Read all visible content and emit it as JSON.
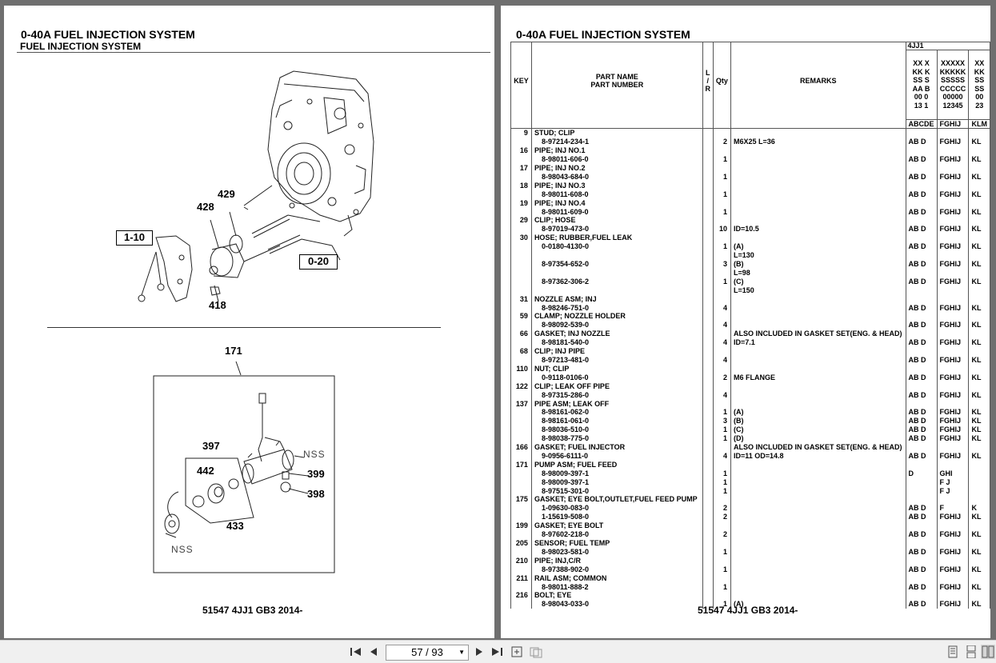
{
  "left_page": {
    "title": "0-40A  FUEL INJECTION SYSTEM",
    "subtitle": "FUEL INJECTION SYSTEM",
    "callouts": [
      "429",
      "428",
      "1-10",
      "0-20",
      "418",
      "171",
      "397",
      "442",
      "433",
      "399",
      "398",
      "NSS",
      "NSS"
    ],
    "footer": "51547 4JJ1 GB3 2014-"
  },
  "right_page": {
    "title": "0-40A  FUEL INJECTION SYSTEM",
    "footer": "51547 4JJ1 GB3 2014-",
    "header": {
      "key": "KEY",
      "part_name": "PART NAME",
      "part_number": "PART NUMBER",
      "lr": [
        "L",
        "/",
        "R"
      ],
      "qty": "Qty",
      "remarks": "REMARKS",
      "model": "4JJ1",
      "model_cols": [
        [
          "XX X",
          "KK K",
          "SS S",
          "AA B",
          "00 0",
          "13 1"
        ],
        [
          "XXXXX",
          "KKKKK",
          "SSSSS",
          "CCCCC",
          "00000",
          "12345"
        ],
        [
          "XX",
          "KK",
          "SS",
          "SS",
          "00",
          "23"
        ]
      ],
      "codes": [
        "ABCDE",
        "FGHIJ",
        "KLM"
      ]
    },
    "rows": [
      {
        "key": "9",
        "name": "STUD; CLIP",
        "pn": "",
        "qty": "",
        "rem": "",
        "a": "",
        "b": "",
        "c": ""
      },
      {
        "key": "",
        "name": "",
        "pn": "8-97214-234-1",
        "qty": "2",
        "rem": "M6X25 L=36",
        "a": "AB D",
        "b": "FGHIJ",
        "c": "KL"
      },
      {
        "key": "16",
        "name": "PIPE; INJ NO.1",
        "pn": "",
        "qty": "",
        "rem": "",
        "a": "",
        "b": "",
        "c": ""
      },
      {
        "key": "",
        "name": "",
        "pn": "8-98011-606-0",
        "qty": "1",
        "rem": "",
        "a": "AB D",
        "b": "FGHIJ",
        "c": "KL"
      },
      {
        "key": "17",
        "name": "PIPE; INJ NO.2",
        "pn": "",
        "qty": "",
        "rem": "",
        "a": "",
        "b": "",
        "c": ""
      },
      {
        "key": "",
        "name": "",
        "pn": "8-98043-684-0",
        "qty": "1",
        "rem": "",
        "a": "AB D",
        "b": "FGHIJ",
        "c": "KL"
      },
      {
        "key": "18",
        "name": "PIPE; INJ NO.3",
        "pn": "",
        "qty": "",
        "rem": "",
        "a": "",
        "b": "",
        "c": ""
      },
      {
        "key": "",
        "name": "",
        "pn": "8-98011-608-0",
        "qty": "1",
        "rem": "",
        "a": "AB D",
        "b": "FGHIJ",
        "c": "KL"
      },
      {
        "key": "19",
        "name": "PIPE; INJ NO.4",
        "pn": "",
        "qty": "",
        "rem": "",
        "a": "",
        "b": "",
        "c": ""
      },
      {
        "key": "",
        "name": "",
        "pn": "8-98011-609-0",
        "qty": "1",
        "rem": "",
        "a": "AB D",
        "b": "FGHIJ",
        "c": "KL"
      },
      {
        "key": "29",
        "name": "CLIP; HOSE",
        "pn": "",
        "qty": "",
        "rem": "",
        "a": "",
        "b": "",
        "c": ""
      },
      {
        "key": "",
        "name": "",
        "pn": "8-97019-473-0",
        "qty": "10",
        "rem": "ID=10.5",
        "a": "AB D",
        "b": "FGHIJ",
        "c": "KL"
      },
      {
        "key": "30",
        "name": "HOSE; RUBBER,FUEL LEAK",
        "pn": "",
        "qty": "",
        "rem": "",
        "a": "",
        "b": "",
        "c": ""
      },
      {
        "key": "",
        "name": "",
        "pn": "0-0180-4130-0",
        "qty": "1",
        "rem": "(A)",
        "a": "AB D",
        "b": "FGHIJ",
        "c": "KL"
      },
      {
        "key": "",
        "name": "",
        "pn": "",
        "qty": "",
        "rem": "L=130",
        "a": "",
        "b": "",
        "c": ""
      },
      {
        "key": "",
        "name": "",
        "pn": "8-97354-652-0",
        "qty": "3",
        "rem": "(B)",
        "a": "AB D",
        "b": "FGHIJ",
        "c": "KL"
      },
      {
        "key": "",
        "name": "",
        "pn": "",
        "qty": "",
        "rem": "L=98",
        "a": "",
        "b": "",
        "c": ""
      },
      {
        "key": "",
        "name": "",
        "pn": "8-97362-306-2",
        "qty": "1",
        "rem": "(C)",
        "a": "AB D",
        "b": "FGHIJ",
        "c": "KL"
      },
      {
        "key": "",
        "name": "",
        "pn": "",
        "qty": "",
        "rem": "L=150",
        "a": "",
        "b": "",
        "c": ""
      },
      {
        "key": "31",
        "name": "NOZZLE ASM; INJ",
        "pn": "",
        "qty": "",
        "rem": "",
        "a": "",
        "b": "",
        "c": ""
      },
      {
        "key": "",
        "name": "",
        "pn": "8-98246-751-0",
        "qty": "4",
        "rem": "",
        "a": "AB D",
        "b": "FGHIJ",
        "c": "KL"
      },
      {
        "key": "59",
        "name": "CLAMP; NOZZLE HOLDER",
        "pn": "",
        "qty": "",
        "rem": "",
        "a": "",
        "b": "",
        "c": ""
      },
      {
        "key": "",
        "name": "",
        "pn": "8-98092-539-0",
        "qty": "4",
        "rem": "",
        "a": "AB D",
        "b": "FGHIJ",
        "c": "KL"
      },
      {
        "key": "66",
        "name": "GASKET; INJ NOZZLE",
        "pn": "",
        "qty": "",
        "rem": "ALSO INCLUDED IN GASKET SET(ENG. & HEAD)",
        "a": "",
        "b": "",
        "c": ""
      },
      {
        "key": "",
        "name": "",
        "pn": "8-98181-540-0",
        "qty": "4",
        "rem": "ID=7.1",
        "a": "AB D",
        "b": "FGHIJ",
        "c": "KL"
      },
      {
        "key": "68",
        "name": "CLIP; INJ PIPE",
        "pn": "",
        "qty": "",
        "rem": "",
        "a": "",
        "b": "",
        "c": ""
      },
      {
        "key": "",
        "name": "",
        "pn": "8-97213-481-0",
        "qty": "4",
        "rem": "",
        "a": "AB D",
        "b": "FGHIJ",
        "c": "KL"
      },
      {
        "key": "110",
        "name": "NUT; CLIP",
        "pn": "",
        "qty": "",
        "rem": "",
        "a": "",
        "b": "",
        "c": ""
      },
      {
        "key": "",
        "name": "",
        "pn": "0-9118-0106-0",
        "qty": "2",
        "rem": "M6 FLANGE",
        "a": "AB D",
        "b": "FGHIJ",
        "c": "KL"
      },
      {
        "key": "122",
        "name": "CLIP; LEAK OFF PIPE",
        "pn": "",
        "qty": "",
        "rem": "",
        "a": "",
        "b": "",
        "c": ""
      },
      {
        "key": "",
        "name": "",
        "pn": "8-97315-286-0",
        "qty": "4",
        "rem": "",
        "a": "AB D",
        "b": "FGHIJ",
        "c": "KL"
      },
      {
        "key": "137",
        "name": "PIPE ASM; LEAK OFF",
        "pn": "",
        "qty": "",
        "rem": "",
        "a": "",
        "b": "",
        "c": ""
      },
      {
        "key": "",
        "name": "",
        "pn": "8-98161-062-0",
        "qty": "1",
        "rem": "(A)",
        "a": "AB D",
        "b": "FGHIJ",
        "c": "KL"
      },
      {
        "key": "",
        "name": "",
        "pn": "8-98161-061-0",
        "qty": "3",
        "rem": "(B)",
        "a": "AB D",
        "b": "FGHIJ",
        "c": "KL"
      },
      {
        "key": "",
        "name": "",
        "pn": "8-98036-510-0",
        "qty": "1",
        "rem": "(C)",
        "a": "AB D",
        "b": "FGHIJ",
        "c": "KL"
      },
      {
        "key": "",
        "name": "",
        "pn": "8-98038-775-0",
        "qty": "1",
        "rem": "(D)",
        "a": "AB D",
        "b": "FGHIJ",
        "c": "KL"
      },
      {
        "key": "166",
        "name": "GASKET; FUEL INJECTOR",
        "pn": "",
        "qty": "",
        "rem": "ALSO INCLUDED IN GASKET SET(ENG. & HEAD)",
        "a": "",
        "b": "",
        "c": ""
      },
      {
        "key": "",
        "name": "",
        "pn": "9-0956-6111-0",
        "qty": "4",
        "rem": "ID=11 OD=14.8",
        "a": "AB D",
        "b": "FGHIJ",
        "c": "KL"
      },
      {
        "key": "171",
        "name": "PUMP ASM; FUEL FEED",
        "pn": "",
        "qty": "",
        "rem": "",
        "a": "",
        "b": "",
        "c": ""
      },
      {
        "key": "",
        "name": "",
        "pn": "8-98009-397-1",
        "qty": "1",
        "rem": "",
        "a": "D",
        "b": "GHI",
        "c": ""
      },
      {
        "key": "",
        "name": "",
        "pn": "8-98009-397-1",
        "qty": "1",
        "rem": "",
        "a": "",
        "b": "F   J",
        "c": ""
      },
      {
        "key": "",
        "name": "",
        "pn": "8-97515-301-0",
        "qty": "1",
        "rem": "",
        "a": "",
        "b": "F   J",
        "c": ""
      },
      {
        "key": "175",
        "name": "GASKET; EYE BOLT,OUTLET,FUEL FEED PUMP",
        "pn": "",
        "qty": "",
        "rem": "",
        "a": "",
        "b": "",
        "c": ""
      },
      {
        "key": "",
        "name": "",
        "pn": "1-09630-083-0",
        "qty": "2",
        "rem": "",
        "a": "AB D",
        "b": "F",
        "c": "K"
      },
      {
        "key": "",
        "name": "",
        "pn": "1-15619-508-0",
        "qty": "2",
        "rem": "",
        "a": "AB D",
        "b": "FGHIJ",
        "c": "KL"
      },
      {
        "key": "199",
        "name": "GASKET; EYE BOLT",
        "pn": "",
        "qty": "",
        "rem": "",
        "a": "",
        "b": "",
        "c": ""
      },
      {
        "key": "",
        "name": "",
        "pn": "8-97602-218-0",
        "qty": "2",
        "rem": "",
        "a": "AB D",
        "b": "FGHIJ",
        "c": "KL"
      },
      {
        "key": "205",
        "name": "SENSOR; FUEL TEMP",
        "pn": "",
        "qty": "",
        "rem": "",
        "a": "",
        "b": "",
        "c": ""
      },
      {
        "key": "",
        "name": "",
        "pn": "8-98023-581-0",
        "qty": "1",
        "rem": "",
        "a": "AB D",
        "b": "FGHIJ",
        "c": "KL"
      },
      {
        "key": "210",
        "name": "PIPE; INJ,C/R",
        "pn": "",
        "qty": "",
        "rem": "",
        "a": "",
        "b": "",
        "c": ""
      },
      {
        "key": "",
        "name": "",
        "pn": "8-97388-902-0",
        "qty": "1",
        "rem": "",
        "a": "AB D",
        "b": "FGHIJ",
        "c": "KL"
      },
      {
        "key": "211",
        "name": "RAIL ASM; COMMON",
        "pn": "",
        "qty": "",
        "rem": "",
        "a": "",
        "b": "",
        "c": ""
      },
      {
        "key": "",
        "name": "",
        "pn": "8-98011-888-2",
        "qty": "1",
        "rem": "",
        "a": "AB D",
        "b": "FGHIJ",
        "c": "KL"
      },
      {
        "key": "216",
        "name": "BOLT; EYE",
        "pn": "",
        "qty": "",
        "rem": "",
        "a": "",
        "b": "",
        "c": ""
      },
      {
        "key": "",
        "name": "",
        "pn": "8-98043-033-0",
        "qty": "1",
        "rem": "(A)",
        "a": "AB D",
        "b": "FGHIJ",
        "c": "KL"
      }
    ]
  },
  "toolbar": {
    "page_indicator": "57 / 93",
    "icons": [
      "first-page-icon",
      "prev-page-icon",
      "next-page-icon",
      "last-page-icon",
      "fit-page-icon",
      "fit-width-icon",
      "single-page-icon",
      "continuous-page-icon",
      "two-page-icon"
    ]
  }
}
